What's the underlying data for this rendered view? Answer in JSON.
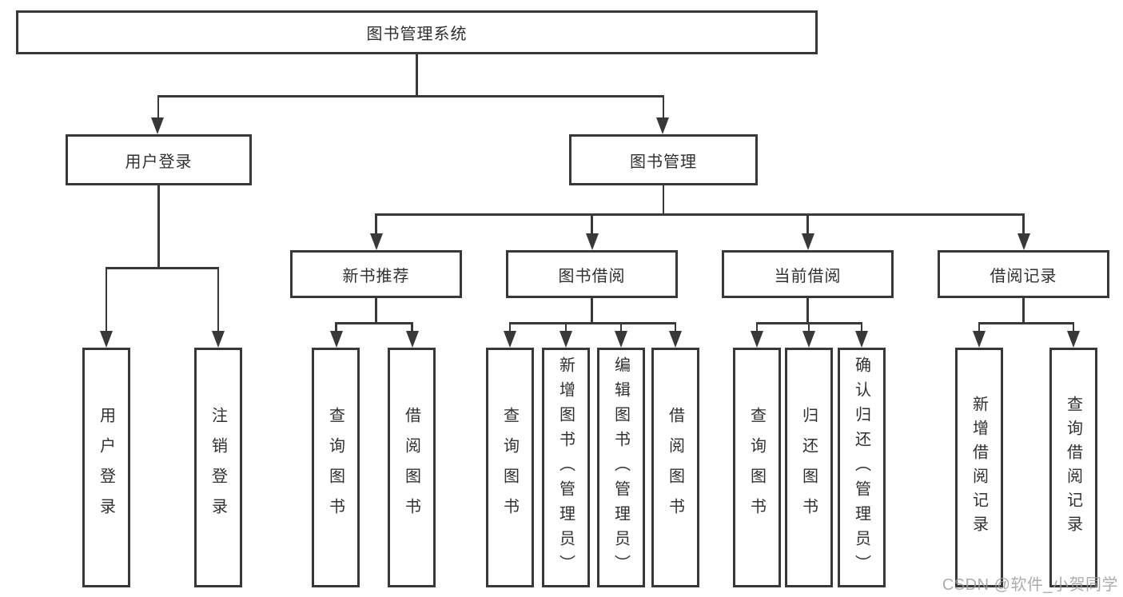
{
  "root": {
    "label": "图书管理系统"
  },
  "branches": [
    {
      "label": "用户登录",
      "children": [
        {
          "label": "用户登录"
        },
        {
          "label": "注销登录"
        }
      ]
    },
    {
      "label": "图书管理",
      "children": [
        {
          "label": "新书推荐",
          "children": [
            {
              "label": "查询图书"
            },
            {
              "label": "借阅图书"
            }
          ]
        },
        {
          "label": "图书借阅",
          "children": [
            {
              "label": "查询图书"
            },
            {
              "label": "新增图书（管理员）"
            },
            {
              "label": "编辑图书（管理员）"
            },
            {
              "label": "借阅图书"
            }
          ]
        },
        {
          "label": "当前借阅",
          "children": [
            {
              "label": "查询图书"
            },
            {
              "label": "归还图书"
            },
            {
              "label": "确认归还（管理员）"
            }
          ]
        },
        {
          "label": "借阅记录",
          "children": [
            {
              "label": "新增借阅记录"
            },
            {
              "label": "查询借阅记录"
            }
          ]
        }
      ]
    }
  ],
  "watermark": {
    "text": "CSDN @软件_小贺同学"
  },
  "colors": {
    "line": "#383838",
    "box_border": "#383838",
    "box_background": "#ffffff",
    "text": "#303030",
    "watermark": "#9e9e9e"
  }
}
